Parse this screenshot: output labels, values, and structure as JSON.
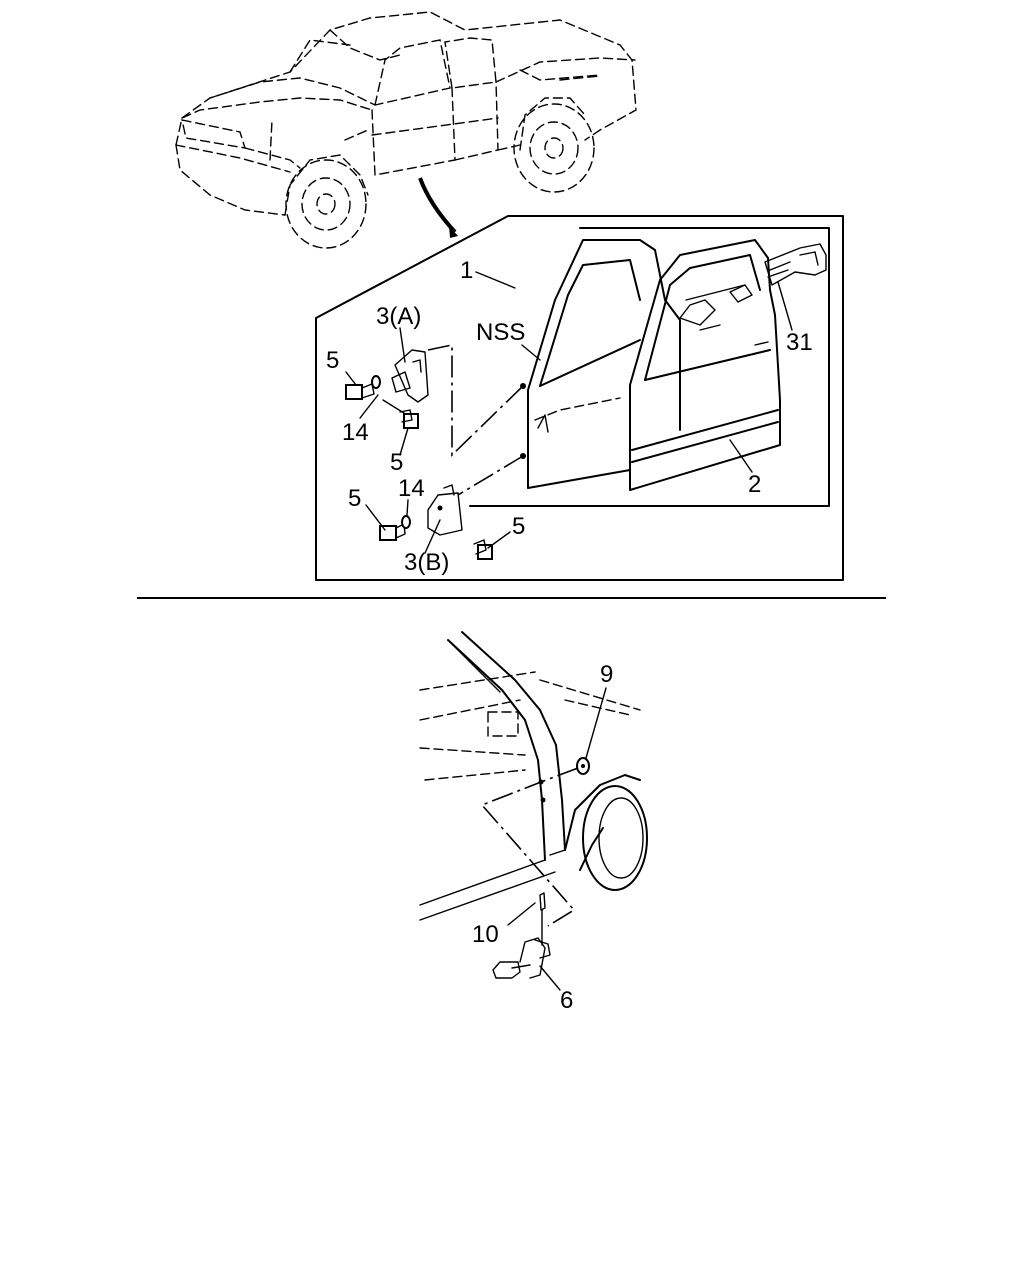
{
  "callouts": {
    "door_front_shell": "1",
    "door_assembly": "2",
    "hinge_upper": "3(A)",
    "hinge_lower": "3(B)",
    "bolt": "5",
    "washer": "14",
    "nss": "NSS",
    "weatherstrip": "31",
    "nut": "9",
    "pin": "10",
    "checker": "6"
  }
}
